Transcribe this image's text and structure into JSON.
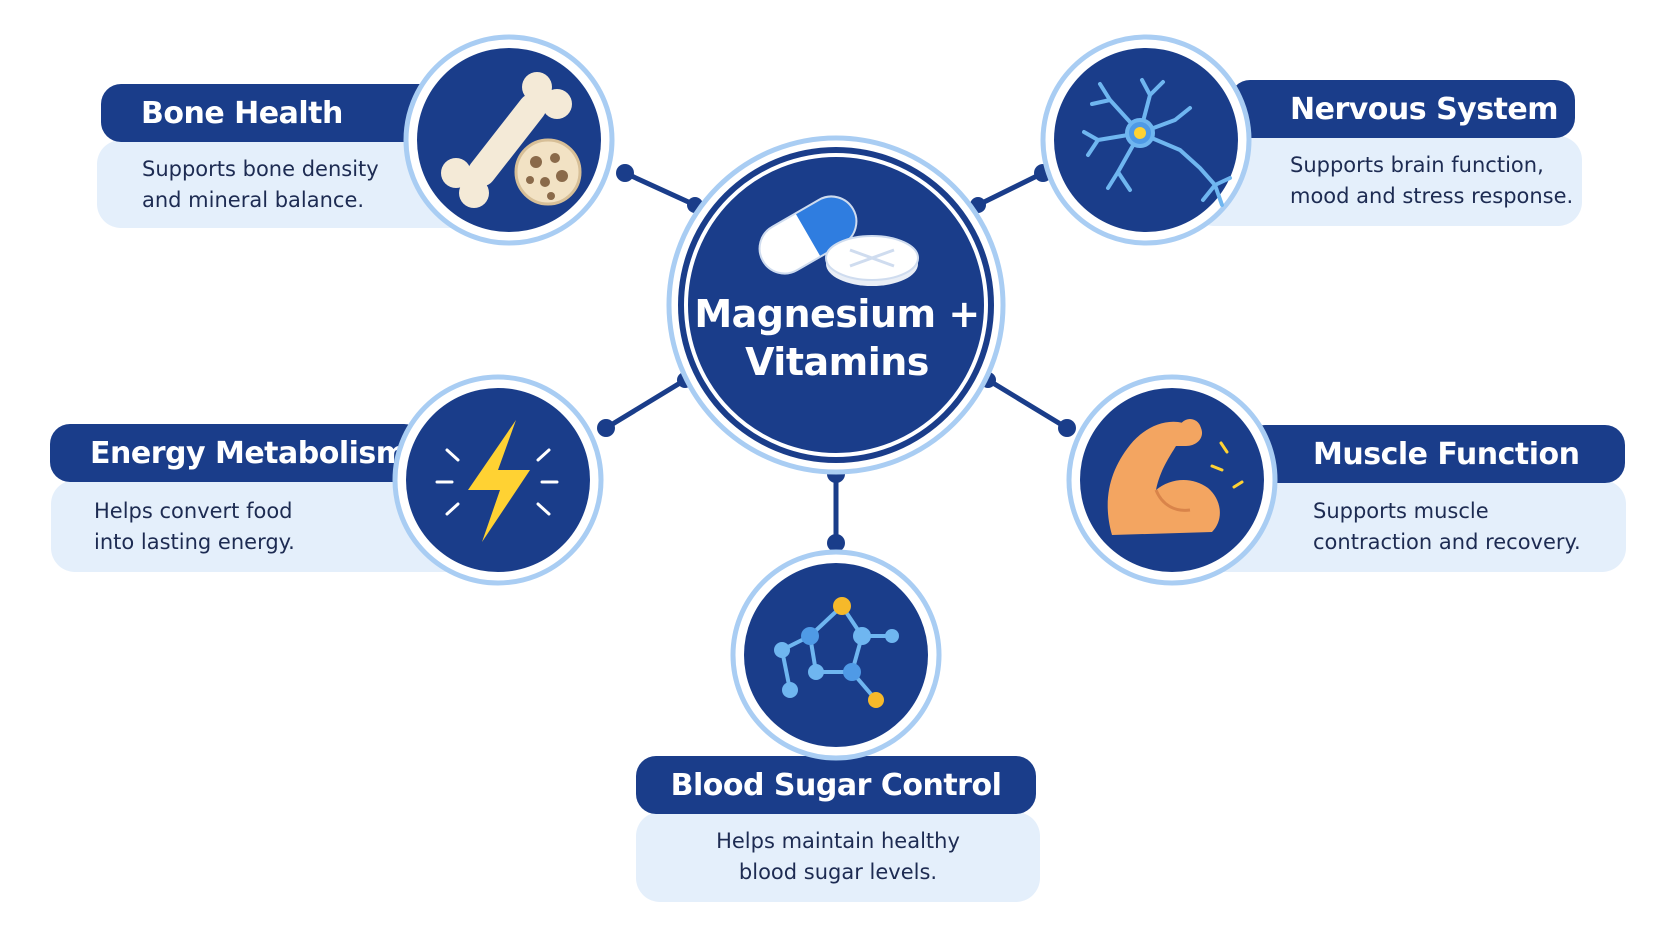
{
  "center": {
    "line1": "Magnesium +",
    "line2": "Vitamins",
    "icon": "pills-icon"
  },
  "benefits": {
    "bone": {
      "title": "Bone Health",
      "line1": "Supports bone density",
      "line2": "and mineral balance.",
      "icon": "bone-icon"
    },
    "nervous": {
      "title": "Nervous System",
      "line1": "Supports brain function,",
      "line2": "mood and stress response.",
      "icon": "neuron-icon"
    },
    "energy": {
      "title": "Energy Metabolism",
      "line1": "Helps convert food",
      "line2": "into lasting energy.",
      "icon": "lightning-bolt-icon"
    },
    "muscle": {
      "title": "Muscle Function",
      "line1": "Supports muscle",
      "line2": "contraction and recovery.",
      "icon": "flexed-arm-icon"
    },
    "sugar": {
      "title": "Blood Sugar Control",
      "line1": "Helps maintain healthy",
      "line2": "blood sugar levels.",
      "icon": "molecule-icon"
    }
  },
  "colors": {
    "navy": "#1a3d8a",
    "ring": "#a9cdf3",
    "card_body": "#e4effb",
    "text_dark": "#1d2b52",
    "bolt": "#ffd233",
    "arm": "#f3a561",
    "molecule_blue": "#6fb6f0",
    "molecule_yellow": "#f6b92a",
    "neuron": "#6fb6f0"
  }
}
